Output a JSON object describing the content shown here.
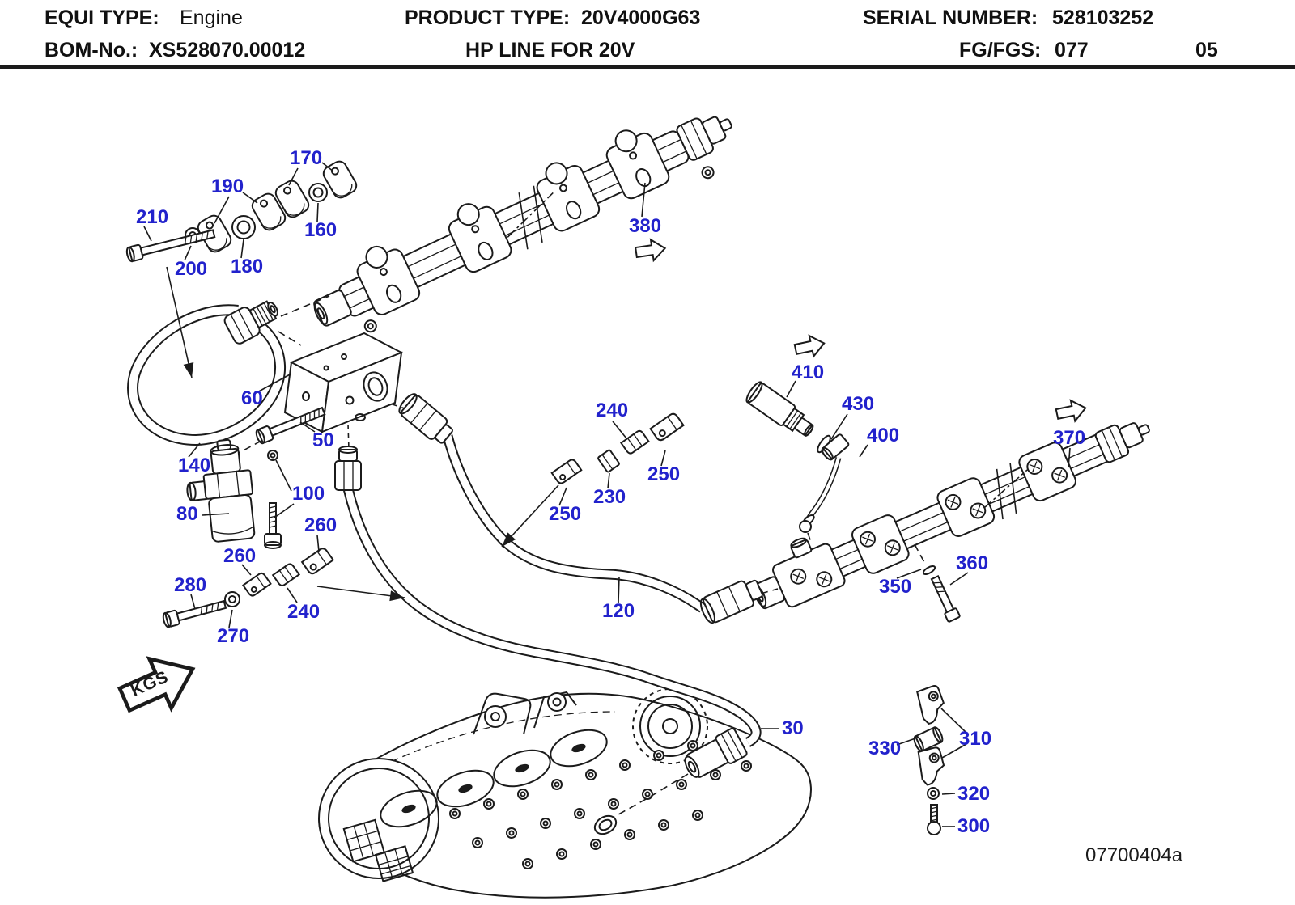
{
  "header": {
    "equi_type_label": "EQUI TYPE:",
    "equi_type_value": "Engine",
    "product_type_label": "PRODUCT TYPE:",
    "product_type_value": "20V4000G63",
    "serial_label": "SERIAL NUMBER:",
    "serial_value": "528103252",
    "bom_label": "BOM-No.:",
    "bom_value": "XS528070.00012",
    "subtitle": "HP LINE FOR 20V",
    "fg_label": "FG/FGS:",
    "fg_value": "077",
    "sheet": "05"
  },
  "diagram": {
    "drawing_number": "07700404a",
    "kgs": "KGS",
    "label_color": "#2222cc",
    "labels": [
      {
        "text": "210"
      },
      {
        "text": "190"
      },
      {
        "text": "170"
      },
      {
        "text": "200"
      },
      {
        "text": "180"
      },
      {
        "text": "160"
      },
      {
        "text": "380"
      },
      {
        "text": "60"
      },
      {
        "text": "50"
      },
      {
        "text": "140"
      },
      {
        "text": "80"
      },
      {
        "text": "100"
      },
      {
        "text": "260"
      },
      {
        "text": "260"
      },
      {
        "text": "280"
      },
      {
        "text": "240"
      },
      {
        "text": "270"
      },
      {
        "text": "240"
      },
      {
        "text": "230"
      },
      {
        "text": "250"
      },
      {
        "text": "250"
      },
      {
        "text": "120"
      },
      {
        "text": "30"
      },
      {
        "text": "410"
      },
      {
        "text": "430"
      },
      {
        "text": "400"
      },
      {
        "text": "370"
      },
      {
        "text": "350"
      },
      {
        "text": "360"
      },
      {
        "text": "330"
      },
      {
        "text": "310"
      },
      {
        "text": "320"
      },
      {
        "text": "300"
      }
    ]
  }
}
